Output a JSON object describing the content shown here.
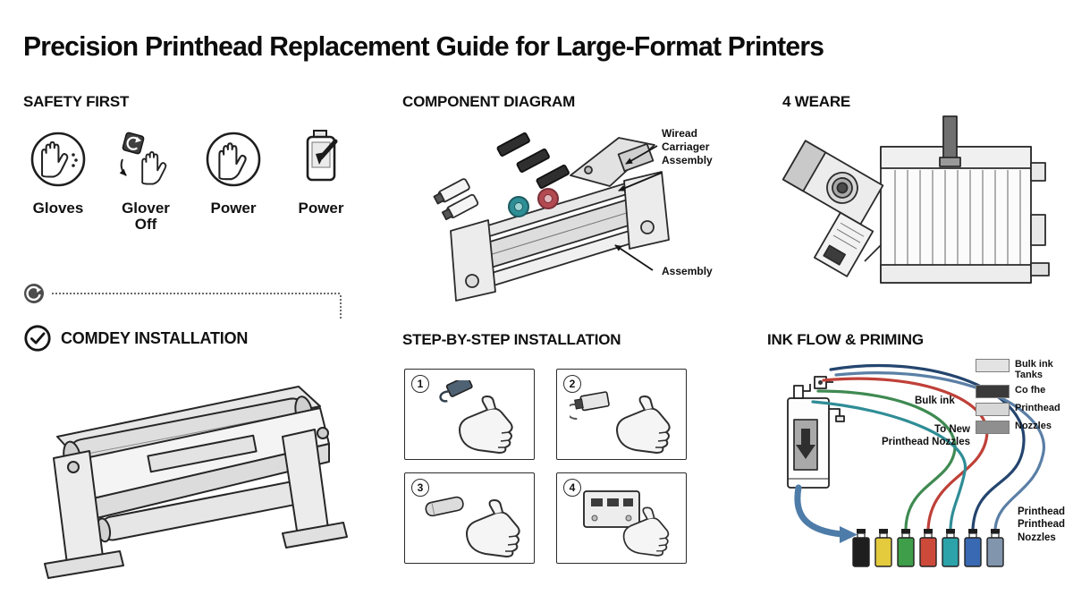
{
  "page": {
    "title": "Precision Printhead Replacement Guide for Large-Format Printers"
  },
  "safety": {
    "heading": "SAFETY FIRST",
    "items": [
      {
        "icon": "gloved-hand-icon",
        "label": "Gloves"
      },
      {
        "icon": "glove-removal-icon",
        "label": "Glover Off"
      },
      {
        "icon": "stop-hand-icon",
        "label": "Power"
      },
      {
        "icon": "power-unplug-icon",
        "label": "Power"
      }
    ]
  },
  "completed": {
    "heading": "COMDEY INSTALLATION"
  },
  "component": {
    "heading": "COMPONENT DIAGRAM",
    "callout_top_lines": [
      "Wiread",
      "Carriager",
      "Assembly"
    ],
    "callout_bottom": "Assembly",
    "disc_colors": {
      "teal": "#2e8f96",
      "red": "#b34a52"
    }
  },
  "steps": {
    "heading": "STEP-BY-STEP INSTALLATION",
    "items": [
      {
        "number": "1"
      },
      {
        "number": "2"
      },
      {
        "number": "3"
      },
      {
        "number": "4"
      }
    ]
  },
  "weare": {
    "heading": "4 WEARE"
  },
  "inkflow": {
    "heading": "INK FLOW & PRIMING",
    "labels": {
      "bulk_ink": "Bulk ink",
      "to_new_line1": "To New",
      "to_new_line2": "Printhead Nozzles",
      "bottom_lines": [
        "Printhead",
        "Printhead",
        "Nozzles"
      ]
    },
    "legend": [
      {
        "color": "#e3e3e3",
        "label": "Bulk ink Tanks"
      },
      {
        "color": "#3a3a3a",
        "label": "Co fhe"
      },
      {
        "color": "#d7d7d7",
        "label": "Printhead"
      },
      {
        "color": "#8f8f8f",
        "label": "Nozzles"
      }
    ],
    "tubes": [
      {
        "name": "navy",
        "color": "#24456e"
      },
      {
        "name": "red",
        "color": "#bf4038"
      },
      {
        "name": "green",
        "color": "#3f8a52"
      },
      {
        "name": "teal",
        "color": "#2f8d96"
      },
      {
        "name": "steel",
        "color": "#5b7fa6"
      }
    ],
    "arrow_color": "#4e7ca8",
    "bottles": [
      {
        "name": "black",
        "color": "#1e1e1e"
      },
      {
        "name": "yellow",
        "color": "#e4cb3d"
      },
      {
        "name": "green",
        "color": "#3f9e49"
      },
      {
        "name": "red",
        "color": "#cd4a3b"
      },
      {
        "name": "teal",
        "color": "#2ba3a9"
      },
      {
        "name": "blue",
        "color": "#3a69b3"
      },
      {
        "name": "slate",
        "color": "#8195ad"
      }
    ]
  }
}
